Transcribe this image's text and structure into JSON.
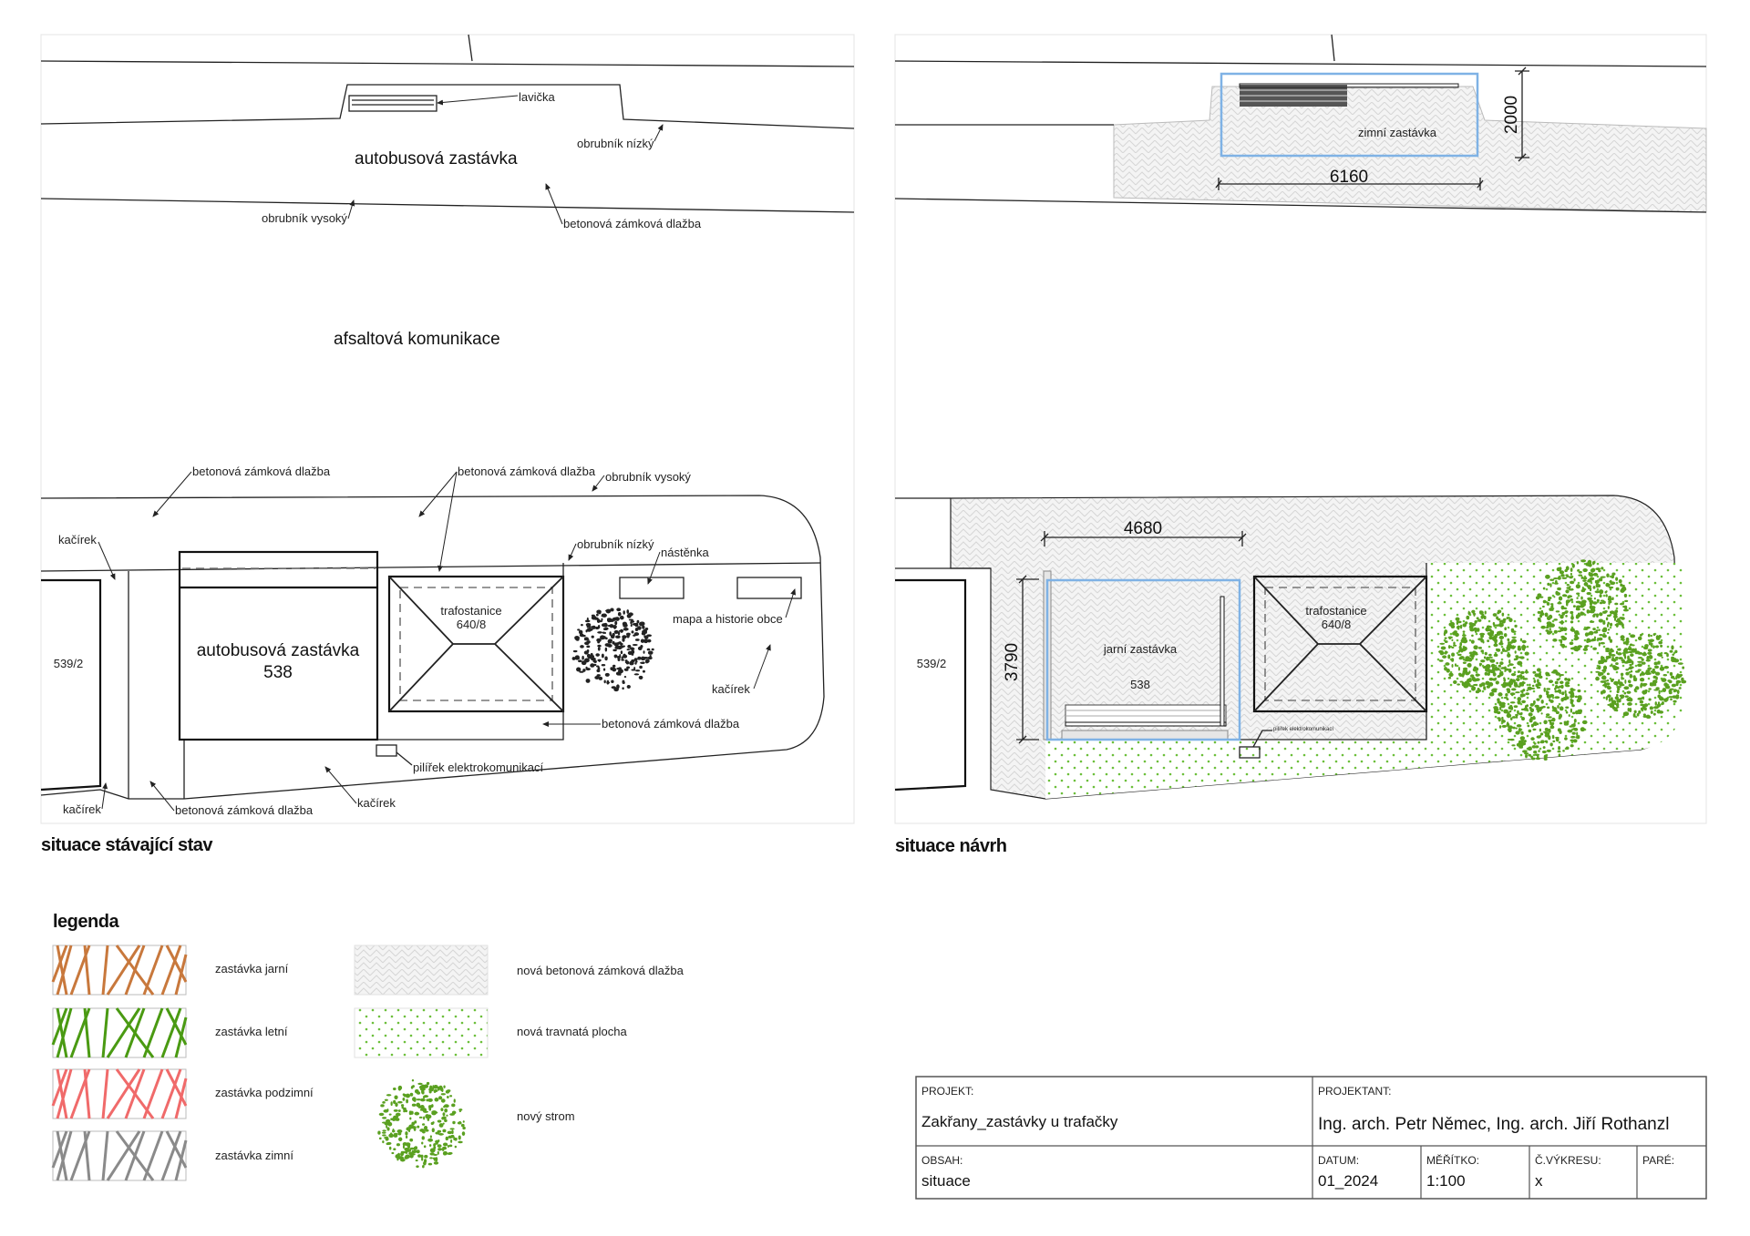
{
  "existing": {
    "caption": "situace stávající stav",
    "labels": {
      "bench": "lavička",
      "bus_stop_top": "autobusová zastávka",
      "curb_low_top": "obrubník nízký",
      "curb_high_top": "obrubník vysoký",
      "paving_top": "betonová zámková dlažba",
      "road": "afsaltová komunikace",
      "paving_1": "betonová zámková dlažba",
      "paving_2": "betonová zámková dlažba",
      "curb_high": "obrubník vysoký",
      "gravel_1": "kačírek",
      "curb_low": "obrubník nízký",
      "noticeboard": "nástěnka",
      "map_history": "mapa a historie obce",
      "gravel_2": "kačírek",
      "paving_3": "betonová zámková dlažba",
      "pillar": "pilířek elektrokomunikací",
      "gravel_3": "kačírek",
      "paving_4": "betonová zámková dlažba",
      "gravel_4": "kačírek",
      "bus_stop_name": "autobusová zastávka",
      "bus_stop_number": "538",
      "building": "539/2",
      "substation": "trafostanice",
      "substation_number": "640/8"
    }
  },
  "proposal": {
    "caption": "situace návrh",
    "winter_stop": "zimní zastávka",
    "dim_width_winter": "6160",
    "dim_depth_winter": "2000",
    "spring_stop": "jarní zastávka",
    "spring_stop_number": "538",
    "dim_width_spring": "4680",
    "dim_depth_spring": "3790",
    "building": "539/2",
    "substation": "trafostanice",
    "substation_number": "640/8",
    "pillar": "pilířek elektrokomunikací"
  },
  "legend": {
    "title": "legenda",
    "items": [
      {
        "label": "zastávka jarní",
        "color": "#c8783c"
      },
      {
        "label": "zastávka letní",
        "color": "#4a9a12"
      },
      {
        "label": "zastávka podzimní",
        "color": "#f06a6a"
      },
      {
        "label": "zastávka zimní",
        "color": "#8a8a8a"
      },
      {
        "label": "nová betonová zámková dlažba"
      },
      {
        "label": "nová travnatá plocha",
        "color": "#6cbf3a"
      },
      {
        "label": "nový strom",
        "color": "#5aa020"
      }
    ]
  },
  "title_block": {
    "project_label": "PROJEKT:",
    "project": "Zakřany_zastávky u trafačky",
    "designer_label": "PROJEKTANT:",
    "designer": "Ing. arch. Petr Němec, Ing. arch. Jiří Rothanzl",
    "content_label": "OBSAH:",
    "content": "situace",
    "date_label": "DATUM:",
    "date": "01_2024",
    "scale_label": "MĚŘÍTKO:",
    "scale": "1:100",
    "drawing_no_label": "Č.VÝKRESU:",
    "drawing_no": "x",
    "copies_label": "PARÉ:",
    "copies": ""
  },
  "colors": {
    "selection_blue": "#7fb2e5",
    "grass": "#6cbf3a",
    "tree": "#5aa020"
  }
}
